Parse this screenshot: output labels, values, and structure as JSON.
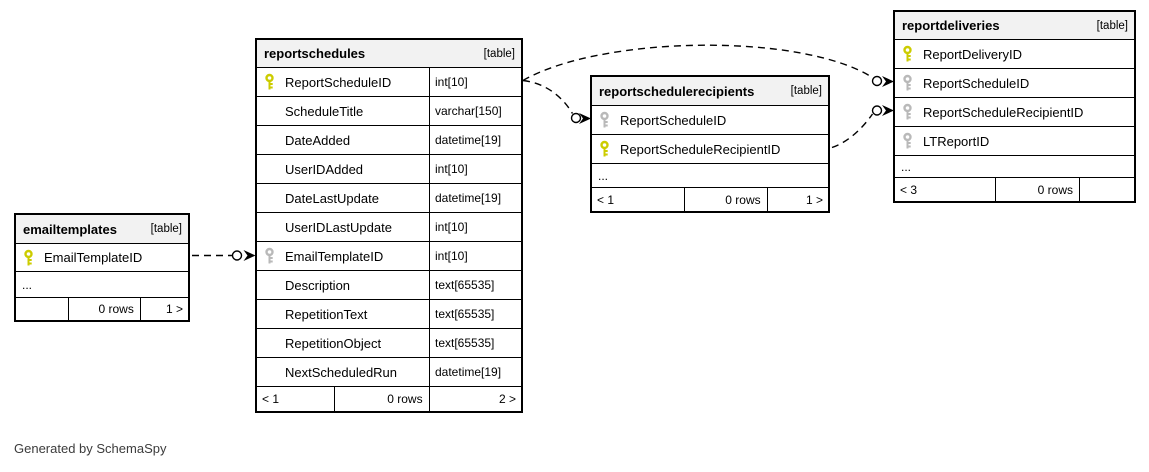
{
  "page": {
    "generator_note": "Generated by SchemaSpy"
  },
  "colors": {
    "pk-color": "#cccc00",
    "fk-color": "#b9b9b9",
    "header-bg": "#f2f2f2",
    "line-color": "#000000"
  },
  "tables": [
    {
      "name": "emailtemplates",
      "badge": "[table]",
      "columns": [
        {
          "name": "EmailTemplateID",
          "key": "pk"
        }
      ],
      "ellipsis": "...",
      "footer": {
        "left": "",
        "center": "0 rows",
        "right": "1 >"
      }
    },
    {
      "name": "reportschedules",
      "badge": "[table]",
      "columns": [
        {
          "name": "ReportScheduleID",
          "type": "int[10]",
          "key": "pk"
        },
        {
          "name": "ScheduleTitle",
          "type": "varchar[150]",
          "key": "none"
        },
        {
          "name": "DateAdded",
          "type": "datetime[19]",
          "key": "none"
        },
        {
          "name": "UserIDAdded",
          "type": "int[10]",
          "key": "none"
        },
        {
          "name": "DateLastUpdate",
          "type": "datetime[19]",
          "key": "none"
        },
        {
          "name": "UserIDLastUpdate",
          "type": "int[10]",
          "key": "none"
        },
        {
          "name": "EmailTemplateID",
          "type": "int[10]",
          "key": "fk"
        },
        {
          "name": "Description",
          "type": "text[65535]",
          "key": "none"
        },
        {
          "name": "RepetitionText",
          "type": "text[65535]",
          "key": "none"
        },
        {
          "name": "RepetitionObject",
          "type": "text[65535]",
          "key": "none"
        },
        {
          "name": "NextScheduledRun",
          "type": "datetime[19]",
          "key": "none"
        }
      ],
      "footer": {
        "left": "< 1",
        "center": "0 rows",
        "right": "2 >"
      }
    },
    {
      "name": "reportschedulerecipients",
      "badge": "[table]",
      "columns": [
        {
          "name": "ReportScheduleID",
          "key": "fk"
        },
        {
          "name": "ReportScheduleRecipientID",
          "key": "pk"
        }
      ],
      "ellipsis": "...",
      "footer": {
        "left": "< 1",
        "center": "0 rows",
        "right": "1 >"
      }
    },
    {
      "name": "reportdeliveries",
      "badge": "[table]",
      "columns": [
        {
          "name": "ReportDeliveryID",
          "key": "pk"
        },
        {
          "name": "ReportScheduleID",
          "key": "fk"
        },
        {
          "name": "ReportScheduleRecipientID",
          "key": "fk"
        },
        {
          "name": "LTReportID",
          "key": "fk"
        }
      ],
      "ellipsis": "...",
      "footer": {
        "left": "< 3",
        "center": "0 rows",
        "right": ""
      }
    }
  ],
  "relationships": [
    {
      "from_table": "emailtemplates",
      "from_column": "EmailTemplateID",
      "to_table": "reportschedules",
      "to_column": "EmailTemplateID"
    },
    {
      "from_table": "reportschedules",
      "from_column": "ReportScheduleID",
      "to_table": "reportschedulerecipients",
      "to_column": "ReportScheduleID"
    },
    {
      "from_table": "reportschedules",
      "from_column": "ReportScheduleID",
      "to_table": "reportdeliveries",
      "to_column": "ReportScheduleID"
    },
    {
      "from_table": "reportschedulerecipients",
      "from_column": "ReportScheduleRecipientID",
      "to_table": "reportdeliveries",
      "to_column": "ReportScheduleRecipientID"
    }
  ]
}
